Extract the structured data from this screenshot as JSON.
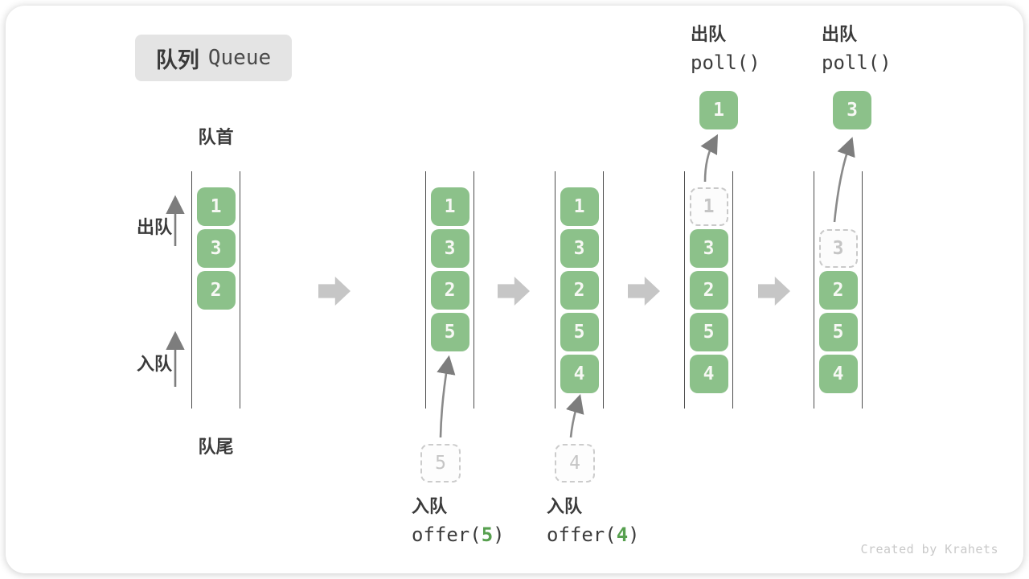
{
  "title": {
    "zh": "队列",
    "en": "Queue"
  },
  "labels": {
    "front": "队首",
    "rear": "队尾",
    "dequeue_side": "出队",
    "enqueue_side": "入队"
  },
  "watermark": "Created by Krahets",
  "colors": {
    "box_green": "#8cc18a",
    "code_green": "#57a04f",
    "dashed_gray": "#c9c9c9",
    "badge_gray": "#e4e4e4",
    "block_arrow_gray": "#c6c6c6"
  },
  "diagram": {
    "type": "queue-operation-sequence",
    "states": [
      {
        "name": "initial",
        "boxes": [
          {
            "value": "1",
            "slot": 0,
            "style": "solid"
          },
          {
            "value": "3",
            "slot": 1,
            "style": "solid"
          },
          {
            "value": "2",
            "slot": 2,
            "style": "solid"
          }
        ]
      },
      {
        "name": "after-offer-5",
        "boxes": [
          {
            "value": "1",
            "slot": 0,
            "style": "solid"
          },
          {
            "value": "3",
            "slot": 1,
            "style": "solid"
          },
          {
            "value": "2",
            "slot": 2,
            "style": "solid"
          },
          {
            "value": "5",
            "slot": 3,
            "style": "solid"
          }
        ],
        "pending_value": "5",
        "operation": {
          "label": "入队",
          "code_prefix": "offer(",
          "arg": "5",
          "code_suffix": ")"
        }
      },
      {
        "name": "after-offer-4",
        "boxes": [
          {
            "value": "1",
            "slot": 0,
            "style": "solid"
          },
          {
            "value": "3",
            "slot": 1,
            "style": "solid"
          },
          {
            "value": "2",
            "slot": 2,
            "style": "solid"
          },
          {
            "value": "5",
            "slot": 3,
            "style": "solid"
          },
          {
            "value": "4",
            "slot": 4,
            "style": "solid"
          }
        ],
        "pending_value": "4",
        "operation": {
          "label": "入队",
          "code_prefix": "offer(",
          "arg": "4",
          "code_suffix": ")"
        }
      },
      {
        "name": "after-poll-1",
        "boxes": [
          {
            "value": "1",
            "slot": 0,
            "style": "dashed"
          },
          {
            "value": "3",
            "slot": 1,
            "style": "solid"
          },
          {
            "value": "2",
            "slot": 2,
            "style": "solid"
          },
          {
            "value": "5",
            "slot": 3,
            "style": "solid"
          },
          {
            "value": "4",
            "slot": 4,
            "style": "solid"
          }
        ],
        "out_value": "1",
        "operation": {
          "label": "出队",
          "code": "poll()"
        }
      },
      {
        "name": "after-poll-3",
        "boxes": [
          {
            "value": "3",
            "slot": 1,
            "style": "dashed"
          },
          {
            "value": "2",
            "slot": 2,
            "style": "solid"
          },
          {
            "value": "5",
            "slot": 3,
            "style": "solid"
          },
          {
            "value": "4",
            "slot": 4,
            "style": "solid"
          }
        ],
        "out_value": "3",
        "operation": {
          "label": "出队",
          "code": "poll()"
        }
      }
    ]
  }
}
